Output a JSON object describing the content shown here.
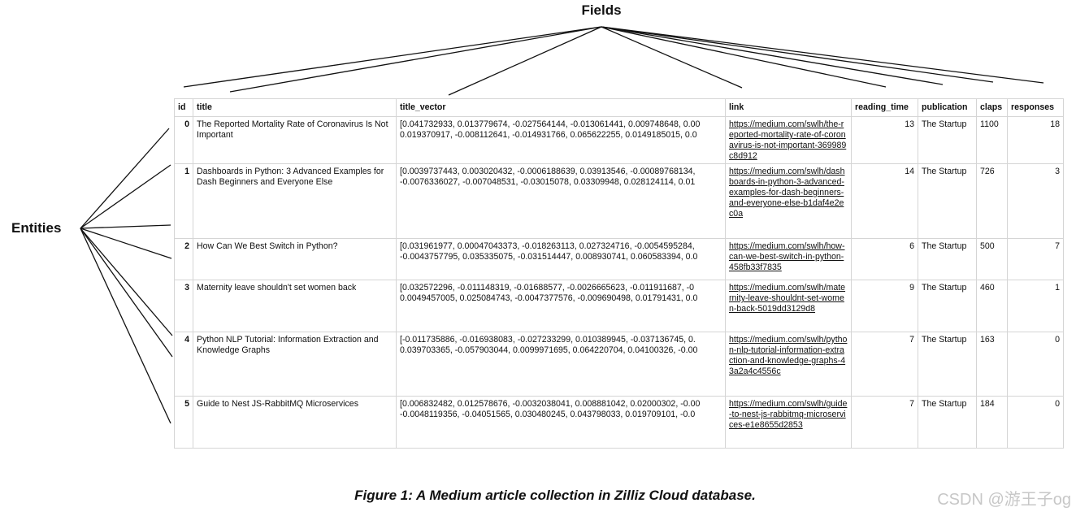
{
  "fields_label": "Fields",
  "entities_label": "Entities",
  "table": {
    "headers": [
      "id",
      "title",
      "title_vector",
      "link",
      "reading_time",
      "publication",
      "claps",
      "responses"
    ],
    "rows": [
      {
        "id": "0",
        "title": "The Reported Mortality Rate of Coronavirus Is Not Important",
        "vector_line1": "[0.041732933, 0.013779674, -0.027564144, -0.013061441, 0.009748648, 0.00",
        "vector_line2": "0.019370917, -0.008112641, -0.014931766, 0.065622255, 0.0149185015, 0.0",
        "link": "https://medium.com/swlh/the-reported-mortality-rate-of-coronavirus-is-not-important-369989c8d912",
        "reading_time": "13",
        "publication": "The Startup",
        "claps": "1100",
        "responses": "18"
      },
      {
        "id": "1",
        "title": "Dashboards in Python: 3 Advanced Examples for Dash Beginners and Everyone Else",
        "vector_line1": "[0.0039737443, 0.003020432, -0.0006188639, 0.03913546, -0.00089768134,",
        "vector_line2": "-0.0076336027, -0.007048531, -0.03015078, 0.03309948, 0.028124114, 0.01",
        "link": "https://medium.com/swlh/dashboards-in-python-3-advanced-examples-for-dash-beginners-and-everyone-else-b1daf4e2ec0a",
        "reading_time": "14",
        "publication": "The Startup",
        "claps": "726",
        "responses": "3"
      },
      {
        "id": "2",
        "title": "How Can We Best Switch in Python?",
        "vector_line1": "[0.031961977, 0.00047043373, -0.018263113, 0.027324716, -0.0054595284,",
        "vector_line2": "-0.0043757795, 0.035335075, -0.031514447, 0.008930741, 0.060583394, 0.0",
        "link": "https://medium.com/swlh/how-can-we-best-switch-in-python-458fb33f7835",
        "reading_time": "6",
        "publication": "The Startup",
        "claps": "500",
        "responses": "7"
      },
      {
        "id": "3",
        "title": "Maternity leave shouldn't set women back",
        "vector_line1": "[0.032572296, -0.011148319, -0.01688577, -0.0026665623, -0.011911687, -0",
        "vector_line2": "0.0049457005, 0.025084743, -0.0047377576, -0.009690498, 0.01791431, 0.0",
        "link": "https://medium.com/swlh/maternity-leave-shouldnt-set-women-back-5019dd3129d8",
        "reading_time": "9",
        "publication": "The Startup",
        "claps": "460",
        "responses": "1"
      },
      {
        "id": "4",
        "title": "Python NLP Tutorial: Information Extraction and Knowledge Graphs",
        "vector_line1": "[-0.011735886, -0.016938083, -0.027233299, 0.010389945, -0.037136745, 0.",
        "vector_line2": "0.039703365, -0.057903044, 0.0099971695, 0.064220704, 0.04100326, -0.00",
        "link": "https://medium.com/swlh/python-nlp-tutorial-information-extraction-and-knowledge-graphs-43a2a4c4556c",
        "reading_time": "7",
        "publication": "The Startup",
        "claps": "163",
        "responses": "0"
      },
      {
        "id": "5",
        "title": "Guide to Nest JS-RabbitMQ Microservices",
        "vector_line1": "[0.006832482, 0.012578676, -0.0032038041, 0.008881042, 0.02000302, -0.00",
        "vector_line2": "-0.0048119356, -0.04051565, 0.030480245, 0.043798033, 0.019709101, -0.0",
        "link": "https://medium.com/swlh/guide-to-nest-js-rabbitmq-microservices-e1e8655d2853",
        "reading_time": "7",
        "publication": "The Startup",
        "claps": "184",
        "responses": "0"
      }
    ]
  },
  "caption": "Figure 1: A Medium article collection in Zilliz Cloud database.",
  "watermark": "CSDN @游王子og",
  "colors": {
    "line": "#111111",
    "border": "#d5d5d5",
    "watermark": "#c7c7c7"
  }
}
